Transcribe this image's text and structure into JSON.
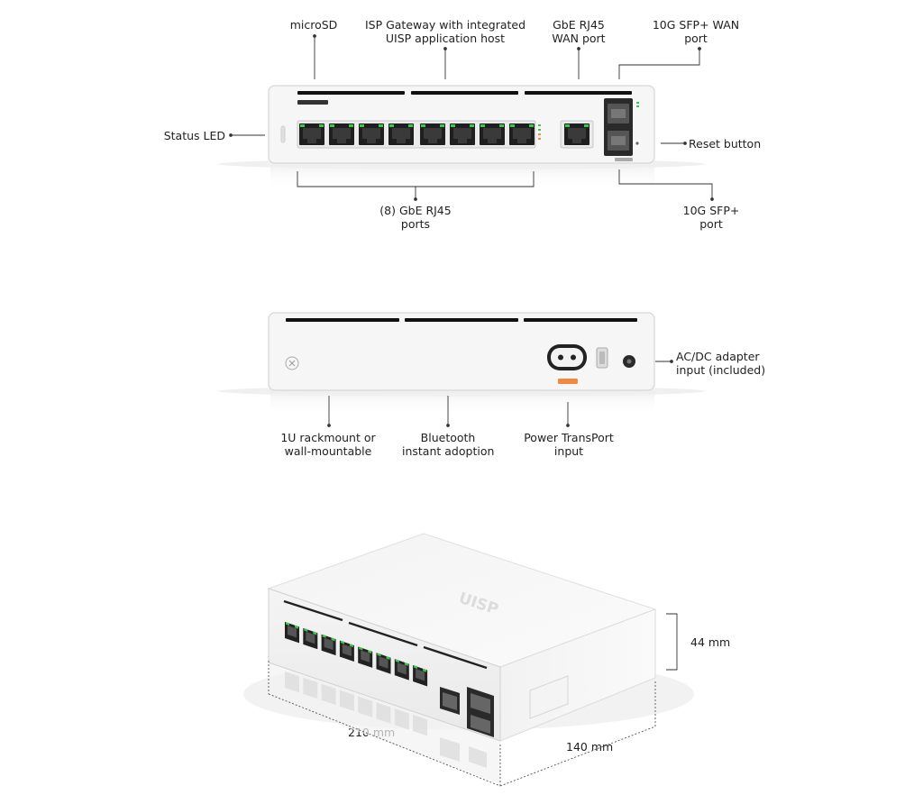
{
  "front_view": {
    "labels": {
      "microsd": [
        "microSD"
      ],
      "gateway": [
        "ISP Gateway with integrated",
        "UISP application host"
      ],
      "wan_rj45": [
        "GbE RJ45",
        "WAN port"
      ],
      "sfp_wan": [
        "10G SFP+ WAN",
        "port"
      ],
      "status_led": [
        "Status LED"
      ],
      "reset": [
        "Reset button"
      ],
      "gbe_ports": [
        "(8) GbE RJ45",
        "ports"
      ],
      "sfp_port": [
        "10G SFP+",
        "port"
      ]
    },
    "port_count": 8
  },
  "rear_view": {
    "labels": {
      "acdc": [
        "AC/DC adapter",
        "input (included)"
      ],
      "rackmount": [
        "1U rackmount or",
        "wall-mountable"
      ],
      "bluetooth": [
        "Bluetooth",
        "instant adoption"
      ],
      "transport": [
        "Power TransPort",
        "input"
      ]
    }
  },
  "iso_view": {
    "brand": "UISP",
    "dimensions": {
      "height": "44 mm",
      "width": "210 mm",
      "depth": "140 mm"
    }
  },
  "colors": {
    "device_body": "#f7f7f7",
    "device_edge": "#d8d8d8",
    "vent": "#111111",
    "port_green": "#3cc94a",
    "accent_orange": "#f08a3c",
    "line": "#333333"
  }
}
